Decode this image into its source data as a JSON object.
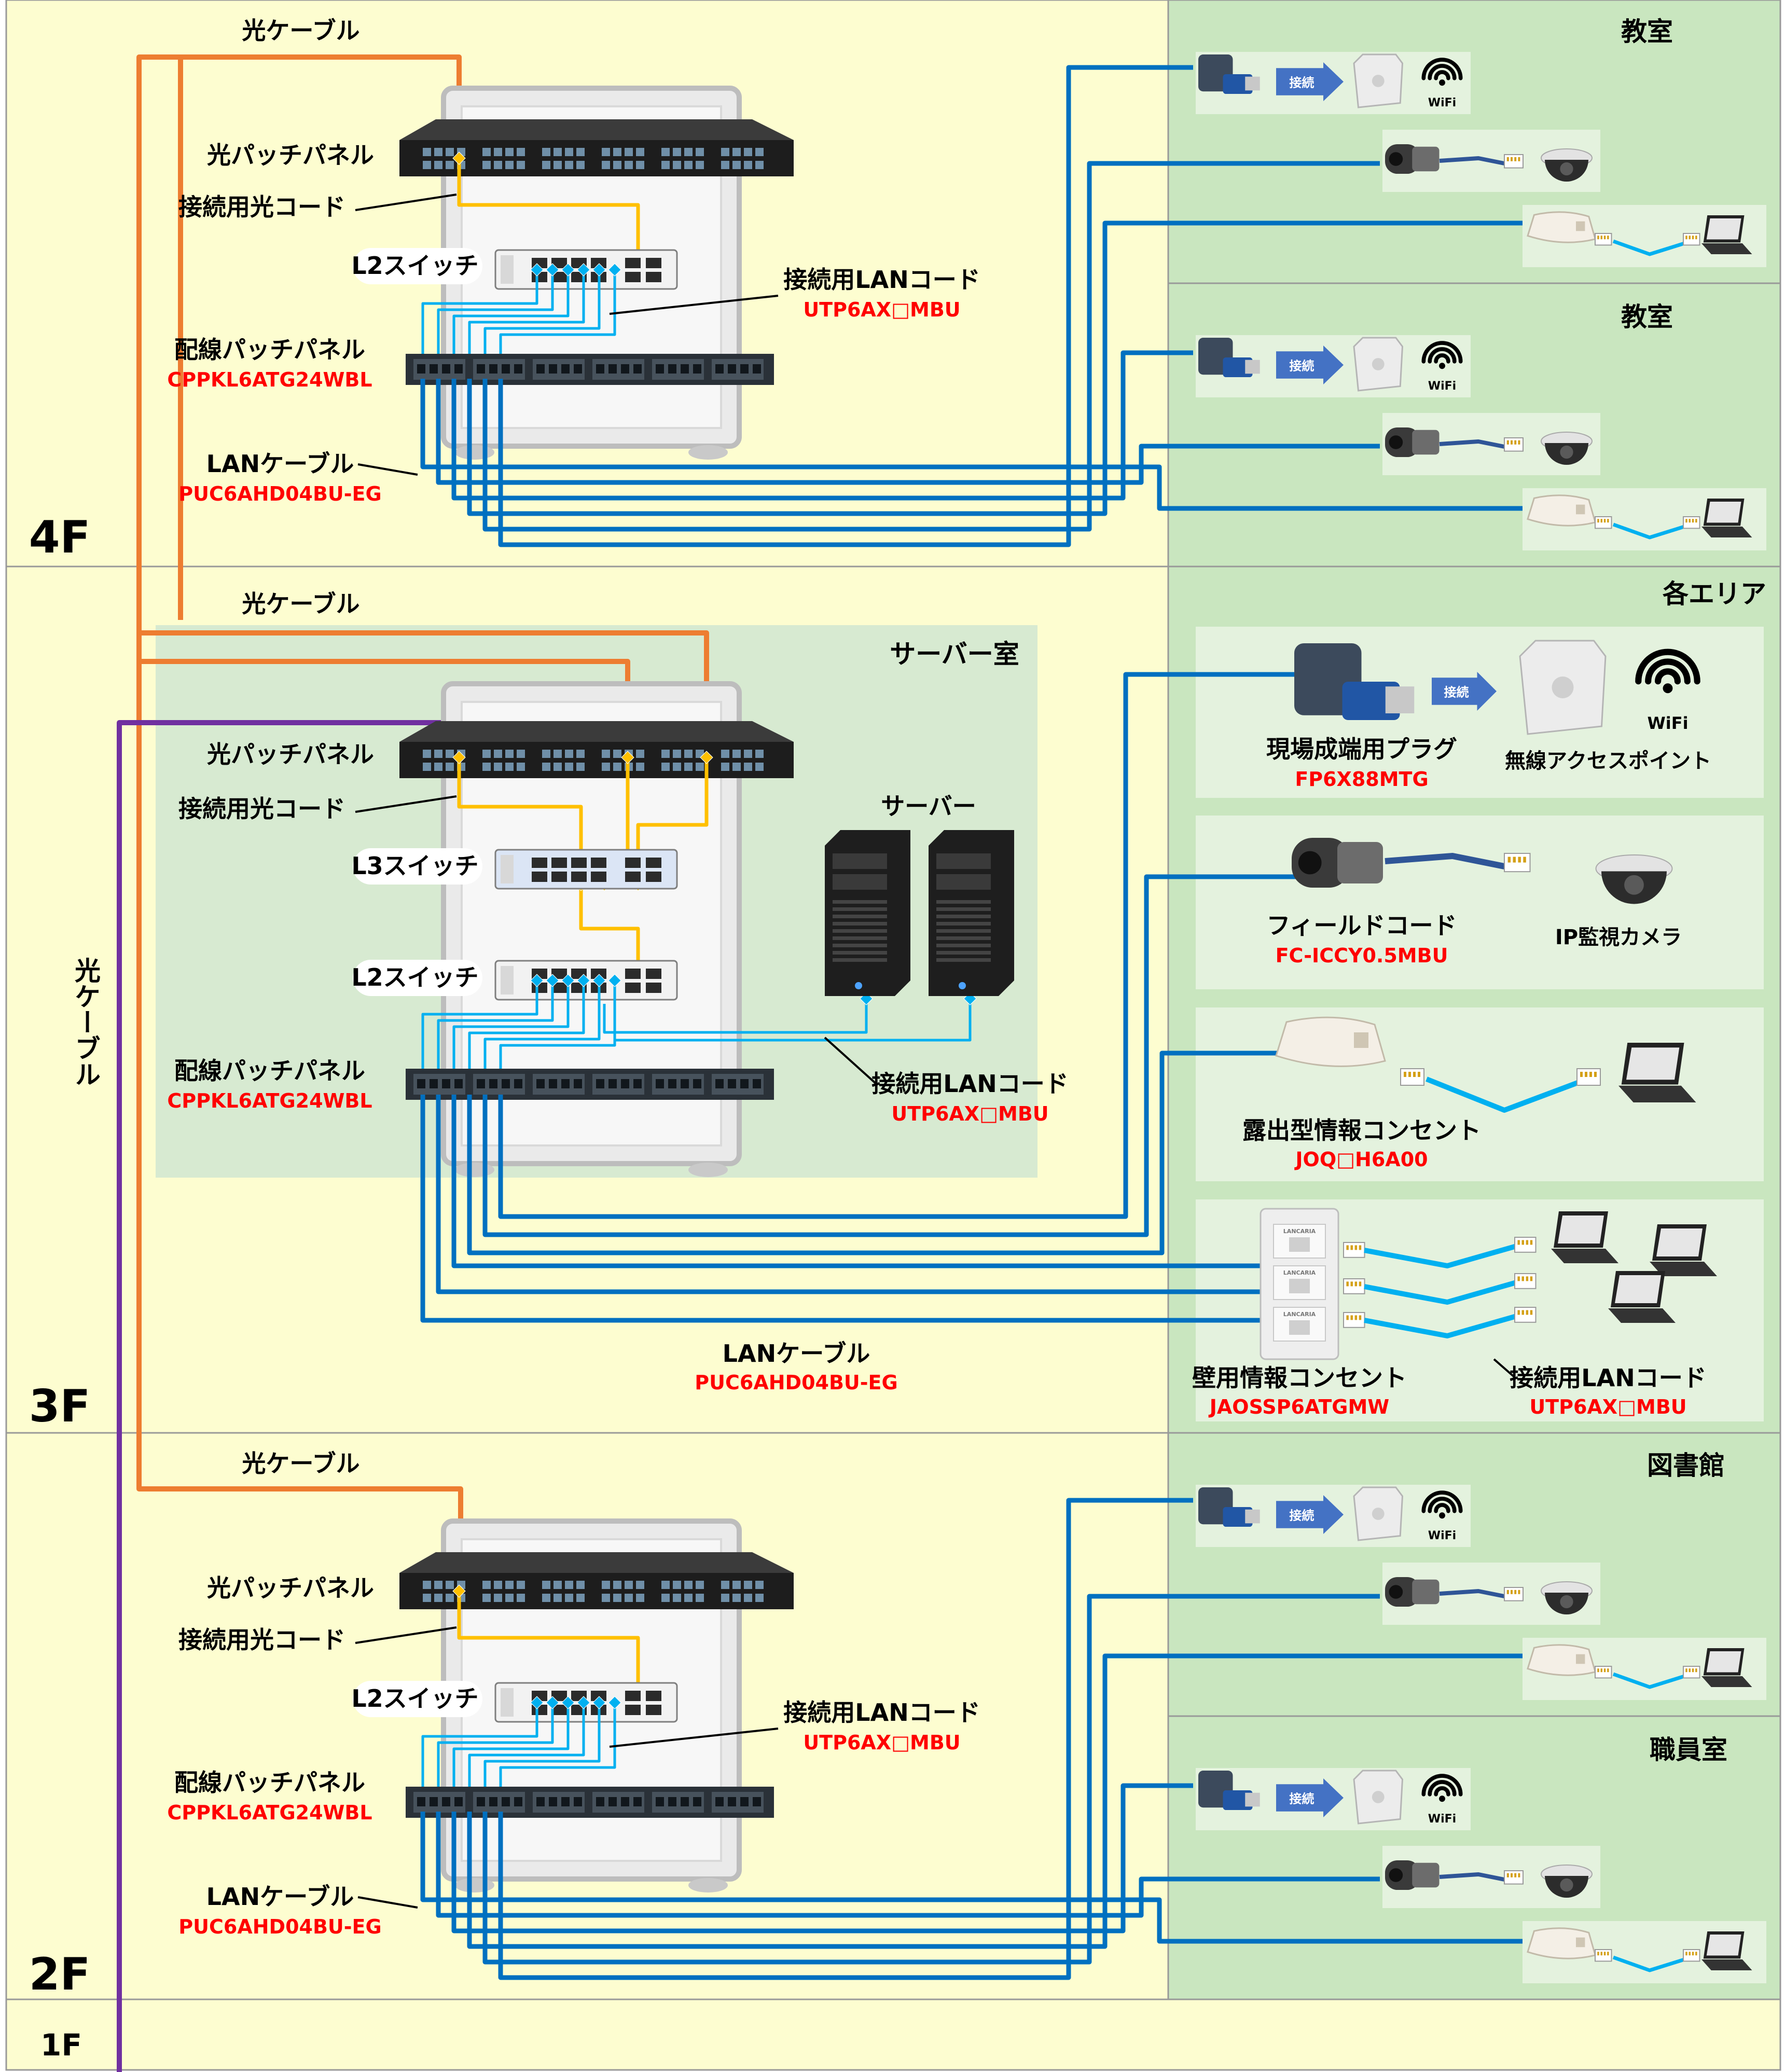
{
  "floors": {
    "f4": "4F",
    "f3": "3F",
    "f2": "2F",
    "f1": "1F"
  },
  "rooms": {
    "classroom_a": "教室",
    "classroom_b": "教室",
    "all_areas": "各エリア",
    "server_room": "サーバー室",
    "library": "図書館",
    "staff_room": "職員室"
  },
  "labels": {
    "optical_cable": "光ケーブル",
    "optical_patch_panel": "光パッチパネル",
    "connect_optical_cord": "接続用光コード",
    "l2_switch": "L2スイッチ",
    "l3_switch": "L3スイッチ",
    "connect_lan_cord": "接続用LANコード",
    "connect_lan_cord_model": "UTP6AX□MBU",
    "wiring_patch_panel": "配線パッチパネル",
    "wiring_patch_panel_model": "CPPKL6ATG24WBL",
    "lan_cable": "LANケーブル",
    "lan_cable_model": "PUC6AHD04BU-EG",
    "server": "サーバー",
    "vertical_optical_cable": "光ケーブル"
  },
  "devices": {
    "connect_badge": "接続",
    "wifi": "WiFi",
    "field_plug": "現場成端用プラグ",
    "field_plug_model": "FP6X88MTG",
    "wireless_ap": "無線アクセスポイント",
    "field_cord": "フィールドコード",
    "field_cord_model": "FC-ICCY0.5MBU",
    "ip_camera": "IP監視カメラ",
    "exposed_outlet": "露出型情報コンセント",
    "exposed_outlet_model": "JOQ□H6A00",
    "wall_outlet": "壁用情報コンセント",
    "wall_outlet_model": "JAOSSP6ATGMW",
    "wall_lan_cord": "接続用LANコード",
    "wall_lan_cord_model": "UTP6AX□MBU",
    "plate_brand": "LANCARIA"
  },
  "colors": {
    "floor_bg": "#fdfdd0",
    "room_bg": "#c9e6bf",
    "server_room_bg": "#d7ead1",
    "optical_cable": "#ed7d31",
    "riser_cable": "#7030a0",
    "optical_cord": "#ffc000",
    "lan_cable": "#0070c0",
    "lan_cord": "#00b0f0",
    "model_text": "#ff0000"
  }
}
